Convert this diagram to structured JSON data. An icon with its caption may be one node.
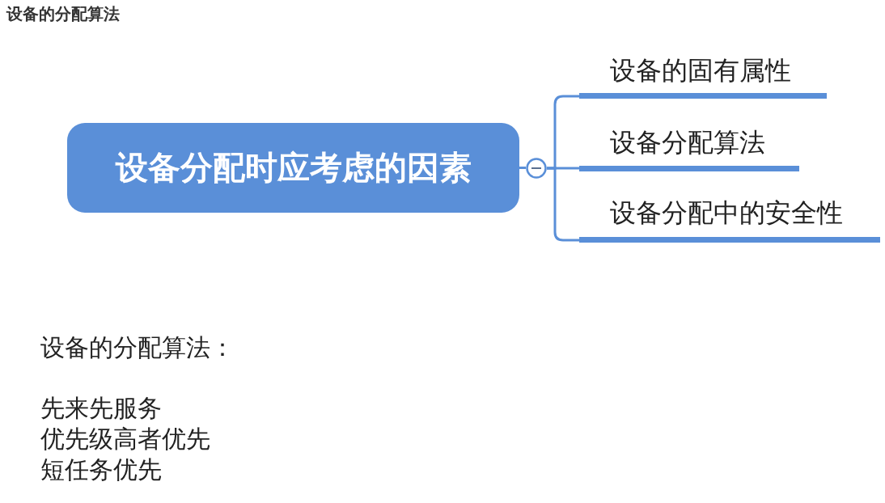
{
  "diagram": {
    "title": "设备的分配算法",
    "nodes": [
      {
        "text": [
          "设备分配时应考虑的因素"
        ]
      },
      {
        "text": [],
        "shape": "circle"
      },
      {
        "text": [
          "设备的固有属性"
        ]
      },
      {
        "text": [
          "设备分配算法"
        ]
      },
      {
        "text": [
          "设备分配中的安全性"
        ]
      }
    ],
    "edges": [
      {
        "from": 0,
        "to": 1,
        "arrow": "none"
      },
      {
        "from": 1,
        "to": 2,
        "arrow": "none"
      },
      {
        "from": 1,
        "to": 3,
        "arrow": "none"
      },
      {
        "from": 1,
        "to": 4,
        "arrow": "none"
      }
    ],
    "labels": [
      "设备的分配算法：",
      "先来先服务",
      "优先级高者优先",
      "短任务优先"
    ]
  }
}
